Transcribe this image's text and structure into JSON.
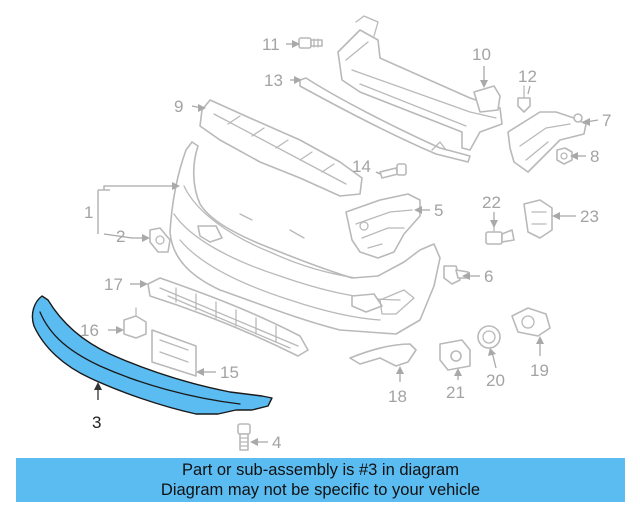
{
  "callouts": {
    "c1": "1",
    "c2": "2",
    "c3": "3",
    "c4": "4",
    "c5": "5",
    "c6": "6",
    "c7": "7",
    "c8": "8",
    "c9": "9",
    "c10": "10",
    "c11": "11",
    "c12": "12",
    "c13": "13",
    "c14": "14",
    "c15": "15",
    "c16": "16",
    "c17": "17",
    "c18": "18",
    "c19": "19",
    "c20": "20",
    "c21": "21",
    "c22": "22",
    "c23": "23"
  },
  "highlight": {
    "part_number": "3",
    "color": "#5bbcf2"
  },
  "banner": {
    "line1": "Part or sub-assembly is #3 in diagram",
    "line2": "Diagram may not be specific to your vehicle"
  }
}
